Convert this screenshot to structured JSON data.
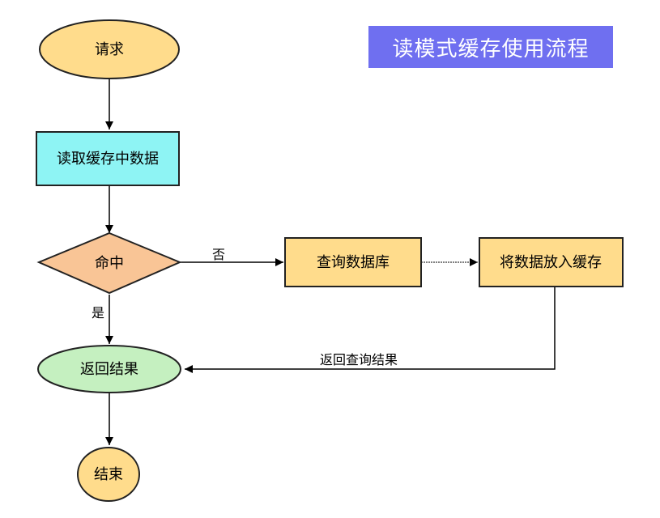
{
  "title": "读模式缓存使用流程",
  "nodes": {
    "request": {
      "label": "请求",
      "shape": "terminal",
      "color": "#ffdc8c"
    },
    "read_cache": {
      "label": "读取缓存中数据",
      "shape": "process",
      "color": "#8ef4f4"
    },
    "hit": {
      "label": "命中",
      "shape": "decision",
      "color": "#f9c596"
    },
    "query_db": {
      "label": "查询数据库",
      "shape": "process",
      "color": "#ffdc8c"
    },
    "put_cache": {
      "label": "将数据放入缓存",
      "shape": "process",
      "color": "#ffdc8c"
    },
    "return_result": {
      "label": "返回结果",
      "shape": "terminal",
      "color": "#c5f0c0"
    },
    "end": {
      "label": "结束",
      "shape": "terminal",
      "color": "#ffdc8c"
    }
  },
  "edges": {
    "yes_label": "是",
    "no_label": "否",
    "return_query_label": "返回查询结果"
  },
  "colors": {
    "title_background": "#6f6ff0",
    "border": "#222222",
    "line": "#000000"
  }
}
